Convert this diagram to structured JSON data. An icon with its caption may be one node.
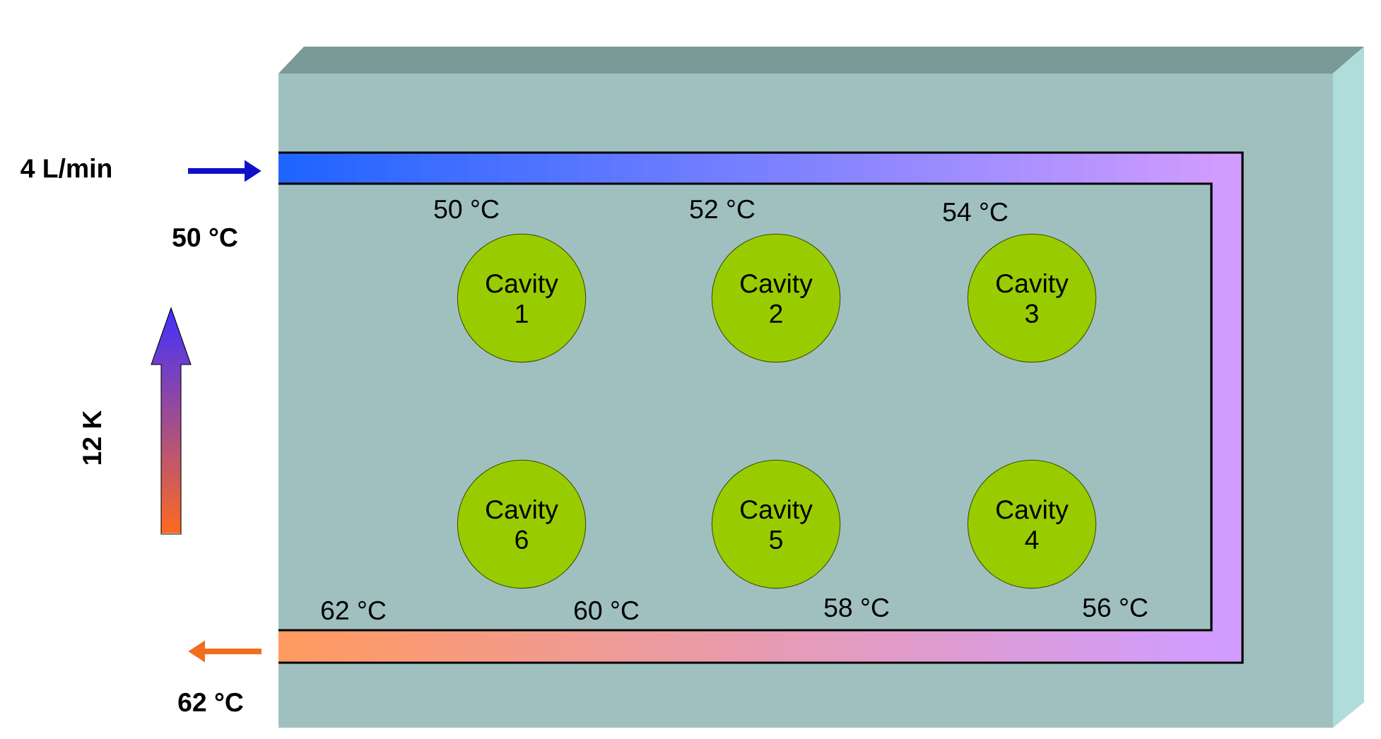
{
  "diagram": {
    "nodes": [
      {
        "text": [
          "Cavity 1"
        ]
      },
      {
        "text": [
          "Cavity 2"
        ]
      },
      {
        "text": [
          "Cavity 3"
        ]
      },
      {
        "text": [
          "Cavity 6"
        ]
      },
      {
        "text": [
          "Cavity 5"
        ]
      },
      {
        "text": [
          "Cavity 4"
        ]
      }
    ],
    "labels": [
      "4 L/min",
      "50 °C",
      "50 °C",
      "52 °C",
      "54 °C",
      "12 K",
      "62 °C",
      "60 °C",
      "58 °C",
      "56 °C",
      "62 °C"
    ]
  }
}
